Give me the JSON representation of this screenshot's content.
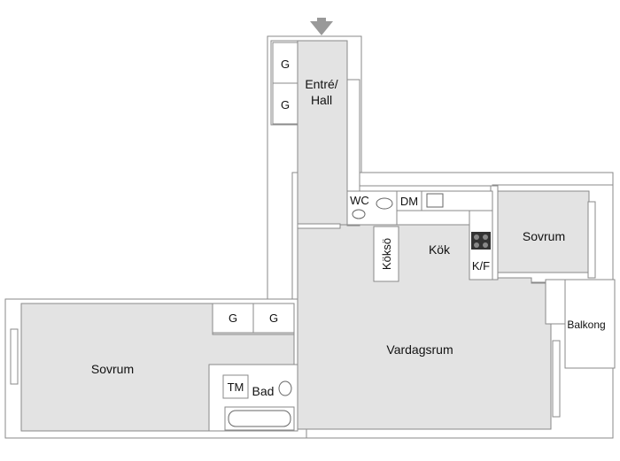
{
  "floorplan": {
    "rooms": {
      "entre_hall_line1": "Entré/",
      "entre_hall_line2": "Hall",
      "wc": "WC",
      "dm": "DM",
      "koksskap": "Köksö",
      "kok": "Kök",
      "kf": "K/F",
      "sovrum_right": "Sovrum",
      "balkong": "Balkong",
      "vardagsrum": "Vardagsrum",
      "sovrum_left": "Sovrum",
      "tm": "TM",
      "bad": "Bad"
    },
    "wardrobe_label": "G",
    "colors": {
      "floor": "#e3e3e3",
      "wall": "#8a8a8a",
      "fixture_fill": "#ffffff",
      "arrow": "#999999",
      "stove": "#333333"
    },
    "icons": [
      "entrance-arrow-icon",
      "toilet-icon",
      "sink-icon",
      "stove-icon",
      "bathtub-icon"
    ]
  }
}
